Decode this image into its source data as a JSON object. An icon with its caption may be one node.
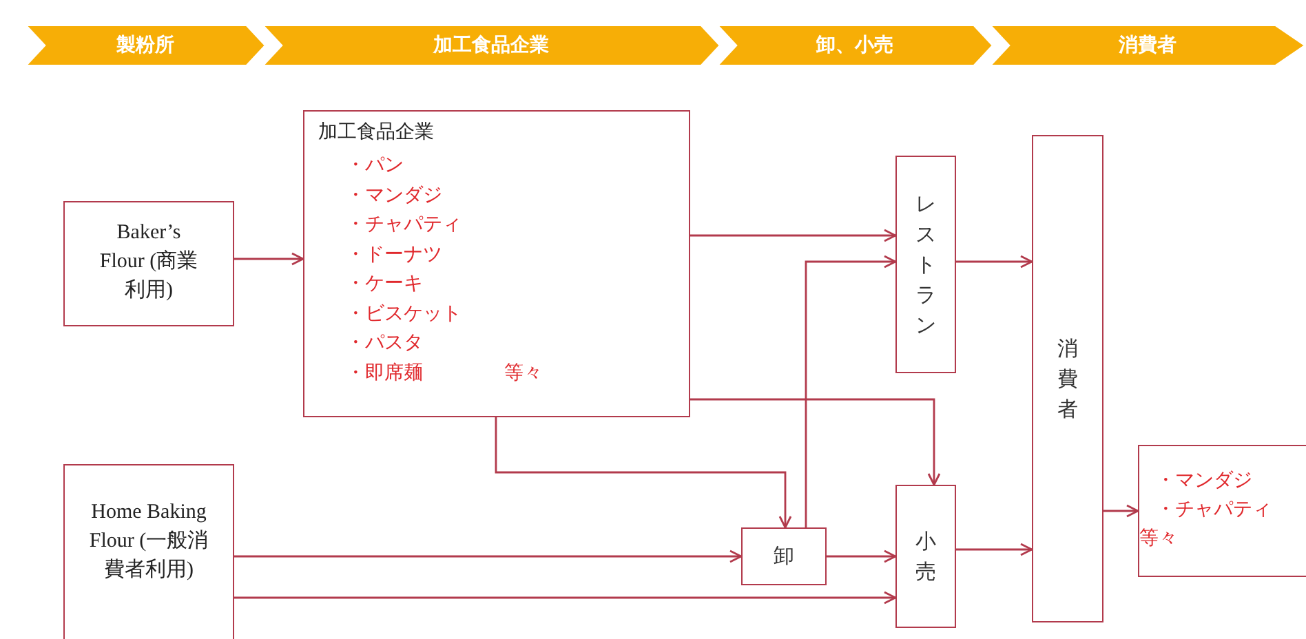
{
  "diagram": {
    "nodes": [
      {
        "text": [
          "製粉所"
        ]
      },
      {
        "text": [
          "加工食品企業"
        ]
      },
      {
        "text": [
          "卸、小売"
        ]
      },
      {
        "text": [
          "消費者"
        ]
      },
      {
        "text": [
          "Baker’s Flour (商業利用)"
        ]
      },
      {
        "text": [
          "加工食品企業",
          "・パン",
          "・マンダジ",
          "・チャパティ",
          "・ドーナツ",
          "・ケーキ",
          "・ビスケット",
          "・パスタ",
          "・即席麺",
          "等々"
        ]
      },
      {
        "text": [
          "Home Baking Flour (一般消費者利用)"
        ]
      },
      {
        "text": [
          "レストラン"
        ]
      },
      {
        "text": [
          "卸"
        ]
      },
      {
        "text": [
          "小売"
        ]
      },
      {
        "text": [
          "消費者"
        ]
      },
      {
        "text": [
          "・マンダジ",
          "・チャパティ",
          "等々"
        ]
      }
    ],
    "edges": [
      {
        "from": 4,
        "to": 5,
        "arrow": "to"
      },
      {
        "from": 5,
        "to": 7,
        "arrow": "to"
      },
      {
        "from": 5,
        "to": 9,
        "arrow": "to"
      },
      {
        "from": 5,
        "to": 8,
        "arrow": "to"
      },
      {
        "from": 8,
        "to": 7,
        "arrow": "to"
      },
      {
        "from": 6,
        "to": 8,
        "arrow": "to"
      },
      {
        "from": 6,
        "to": 9,
        "arrow": "to"
      },
      {
        "from": 8,
        "to": 9,
        "arrow": "to"
      },
      {
        "from": 7,
        "to": 10,
        "arrow": "to"
      },
      {
        "from": 9,
        "to": 10,
        "arrow": "to"
      },
      {
        "from": 10,
        "to": 11,
        "arrow": "to"
      }
    ]
  }
}
